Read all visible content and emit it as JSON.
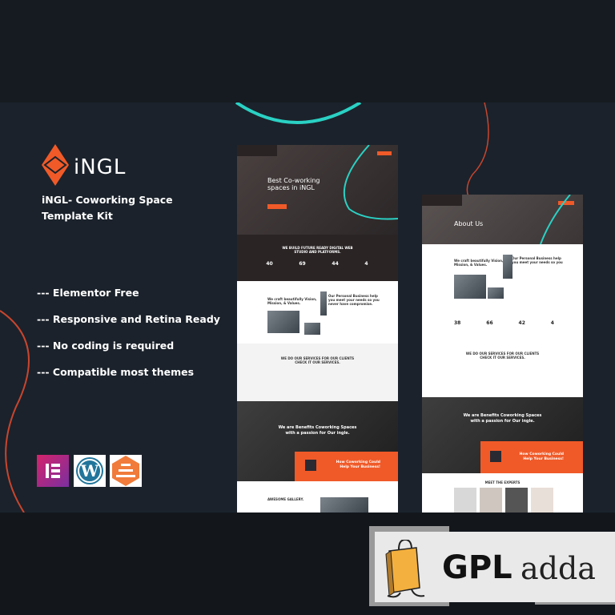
{
  "brand": {
    "logo_text": "iNGL",
    "title_line1": "iNGL- Coworking Space",
    "title_line2": "Template Kit"
  },
  "features": [
    "--- Elementor Free",
    "--- Responsive and Retina Ready",
    "--- No coding is required",
    "--- Compatible most themes"
  ],
  "plugin_icons": [
    "elementor-icon",
    "wordpress-icon",
    "plugin-icon"
  ],
  "mock_home": {
    "hero_title_1": "Best Co-working",
    "hero_title_2": "spaces in iNGL",
    "section_title_1": "WE BUILD FUTURE READY DIGITAL WEB",
    "section_title_2": "STUDIO AND PLATFORMS.",
    "stats": [
      "40",
      "69",
      "44",
      "4"
    ],
    "vision_1": "We craft beautifully Vision,",
    "vision_2": "Mission, & Values.",
    "business_1": "Our Personal Business help",
    "business_2": "you meet your needs so you",
    "business_3": "never have compromise.",
    "services_1": "WE DO OUR SERVICES FOR OUR CLIENTS",
    "services_2": "CHECK IT OUR SERVICES.",
    "benefits_1": "We are Benefits Coworking Spaces",
    "benefits_2": "with a passion for Our ingle.",
    "cta_1": "How Coworking Could",
    "cta_2": "Help Your Business!",
    "gallery": "AWESOME GALLERY."
  },
  "mock_about": {
    "hero_title": "About Us",
    "stats": [
      "38",
      "66",
      "42",
      "4"
    ],
    "experts": "MEET THE EXPERTS"
  },
  "watermark": {
    "text_bold": "GPL",
    "text_light": "adda"
  },
  "colors": {
    "accent": "#f05a28",
    "teal": "#2ad1c4",
    "bg": "#1b222b"
  }
}
